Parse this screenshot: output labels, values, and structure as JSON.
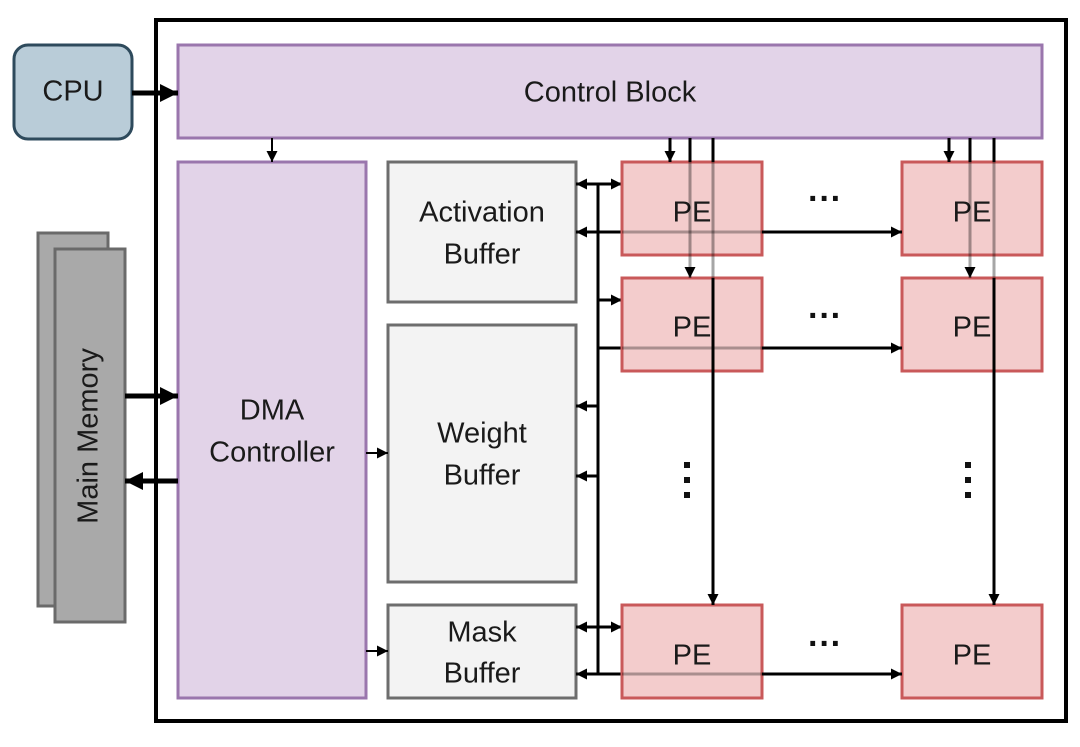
{
  "cpu": {
    "label": "CPU"
  },
  "control_block": {
    "label": "Control Block"
  },
  "main_memory": {
    "label": "Main Memory"
  },
  "dma_controller": {
    "line1": "DMA",
    "line2": "Controller"
  },
  "activation_buffer": {
    "line1": "Activation",
    "line2": "Buffer"
  },
  "weight_buffer": {
    "line1": "Weight",
    "line2": "Buffer"
  },
  "mask_buffer": {
    "line1": "Mask",
    "line2": "Buffer"
  },
  "pe_label": "PE",
  "colors": {
    "cpu_fill": "#b9ccd8",
    "cpu_stroke": "#2e4a5c",
    "control_fill": "#e2d3e8",
    "control_stroke": "#9a76ad",
    "buffer_fill": "#f3f3f3",
    "buffer_stroke": "#6d6d6d",
    "memory_fill": "#a9a9a9",
    "memory_stroke": "#6a6a6a",
    "pe_fill": "#f3cccc",
    "pe_stroke": "#c9595a",
    "outer_stroke": "#000000"
  }
}
